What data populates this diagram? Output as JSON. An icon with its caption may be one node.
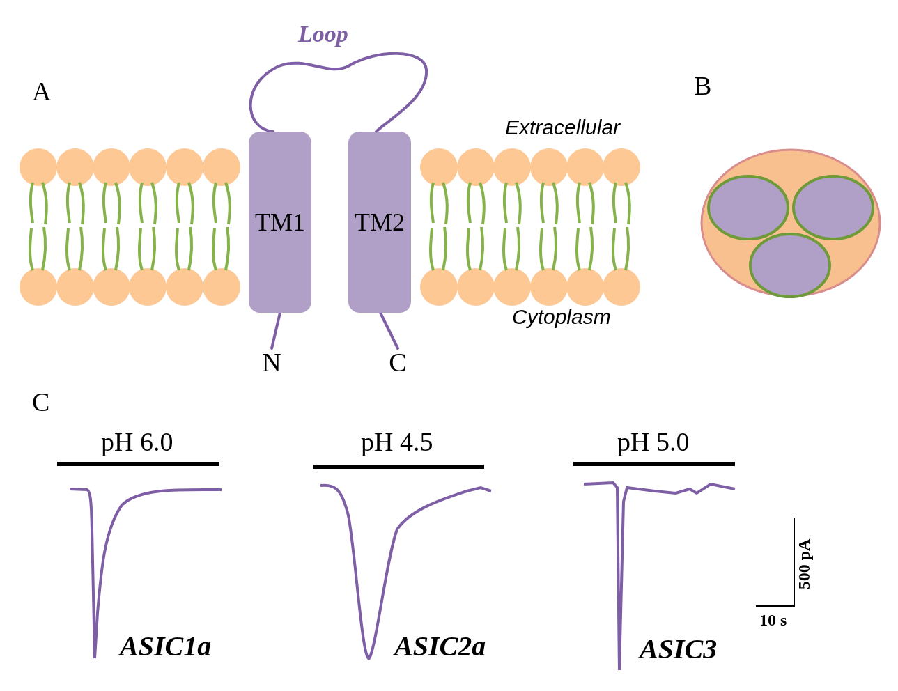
{
  "diagram": {
    "nodes": [
      {
        "text": [
          "TM1"
        ]
      },
      {
        "text": [
          "TM2"
        ]
      },
      {
        "text": [
          "N"
        ]
      },
      {
        "text": [
          "C"
        ]
      }
    ],
    "edges": [
      {
        "from": 0,
        "to": 1,
        "arrow": "none",
        "label": "Loop"
      },
      {
        "from": 0,
        "to": 2,
        "arrow": "none"
      },
      {
        "from": 1,
        "to": 3,
        "arrow": "none"
      }
    ],
    "labels": [
      "A",
      "Extracellular",
      "Cytoplasm",
      "B",
      "C",
      "pH 6.0",
      "pH 4.5",
      "pH 5.0",
      "ASIC1a",
      "ASIC2a",
      "ASIC3",
      "500 pA",
      "10 s"
    ]
  }
}
